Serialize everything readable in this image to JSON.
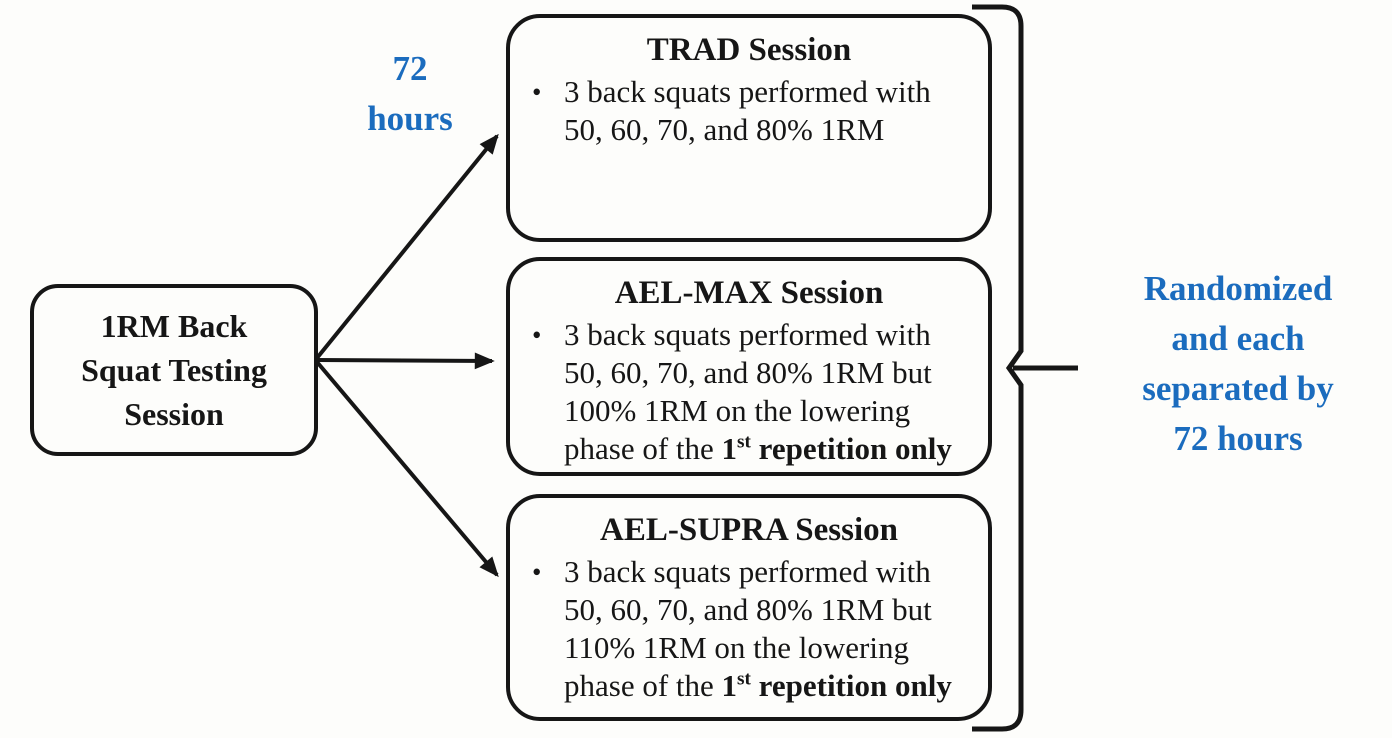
{
  "diagram": {
    "colors": {
      "accent_blue": "#1b6cbe",
      "line_black": "#161616",
      "background": "#fdfdfb"
    },
    "left_box": {
      "lines": [
        "1RM Back",
        "Squat Testing",
        "Session"
      ]
    },
    "interval_label": {
      "lines": [
        "72",
        "hours"
      ]
    },
    "sessions": [
      {
        "title": "TRAD Session",
        "bullet": "•",
        "body_lines": [
          "3 back squats performed with"
        ],
        "tail": {
          "prefix": "50, 60, 70, and 80% 1RM",
          "bold_start": "",
          "bold_sup": "",
          "bold_end": ""
        }
      },
      {
        "title": "AEL-MAX Session",
        "bullet": "•",
        "body_lines": [
          "3 back squats performed with",
          "50, 60, 70, and 80% 1RM but",
          "100% 1RM on the lowering"
        ],
        "tail": {
          "prefix": "phase of the ",
          "bold_start": "1",
          "bold_sup": "st",
          "bold_end": " repetition only"
        }
      },
      {
        "title": "AEL-SUPRA Session",
        "bullet": "•",
        "body_lines": [
          "3 back squats performed with",
          "50, 60, 70, and 80% 1RM but",
          "110% 1RM on the lowering"
        ],
        "tail": {
          "prefix": "phase of the ",
          "bold_start": "1",
          "bold_sup": "st",
          "bold_end": " repetition only"
        }
      }
    ],
    "randomized_label": {
      "lines": [
        "Randomized",
        "and each",
        "separated by",
        "72 hours"
      ]
    }
  }
}
